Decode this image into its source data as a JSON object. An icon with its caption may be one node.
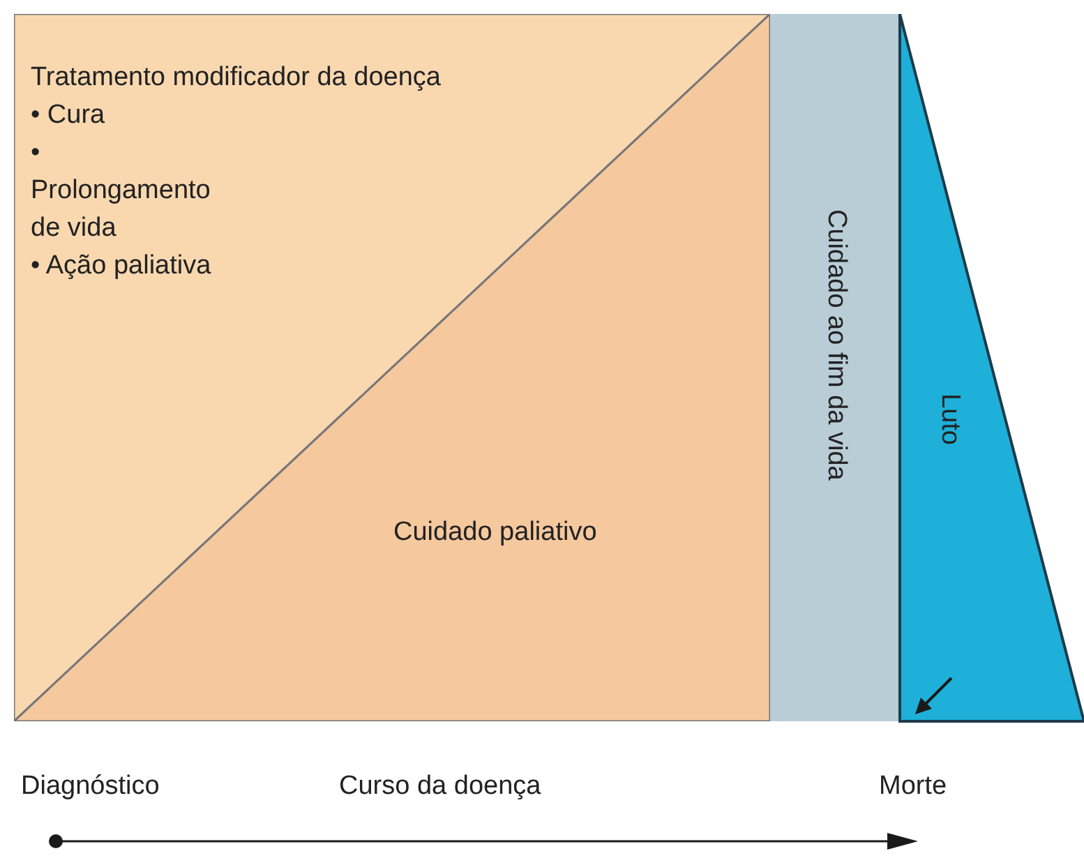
{
  "diagram": {
    "nodes": [
      {
        "text": [
          "Tratamento modificador da doença",
          "• Cura",
          "• Prolongamento de vida",
          "• Ação paliativa"
        ]
      },
      {
        "text": [
          "Cuidado paliativo"
        ]
      },
      {
        "text": [
          "Cuidado ao fim da vida"
        ]
      },
      {
        "text": [
          "Luto"
        ]
      }
    ],
    "labels": [
      "Diagnóstico",
      "Curso da doença",
      "Morte"
    ]
  }
}
